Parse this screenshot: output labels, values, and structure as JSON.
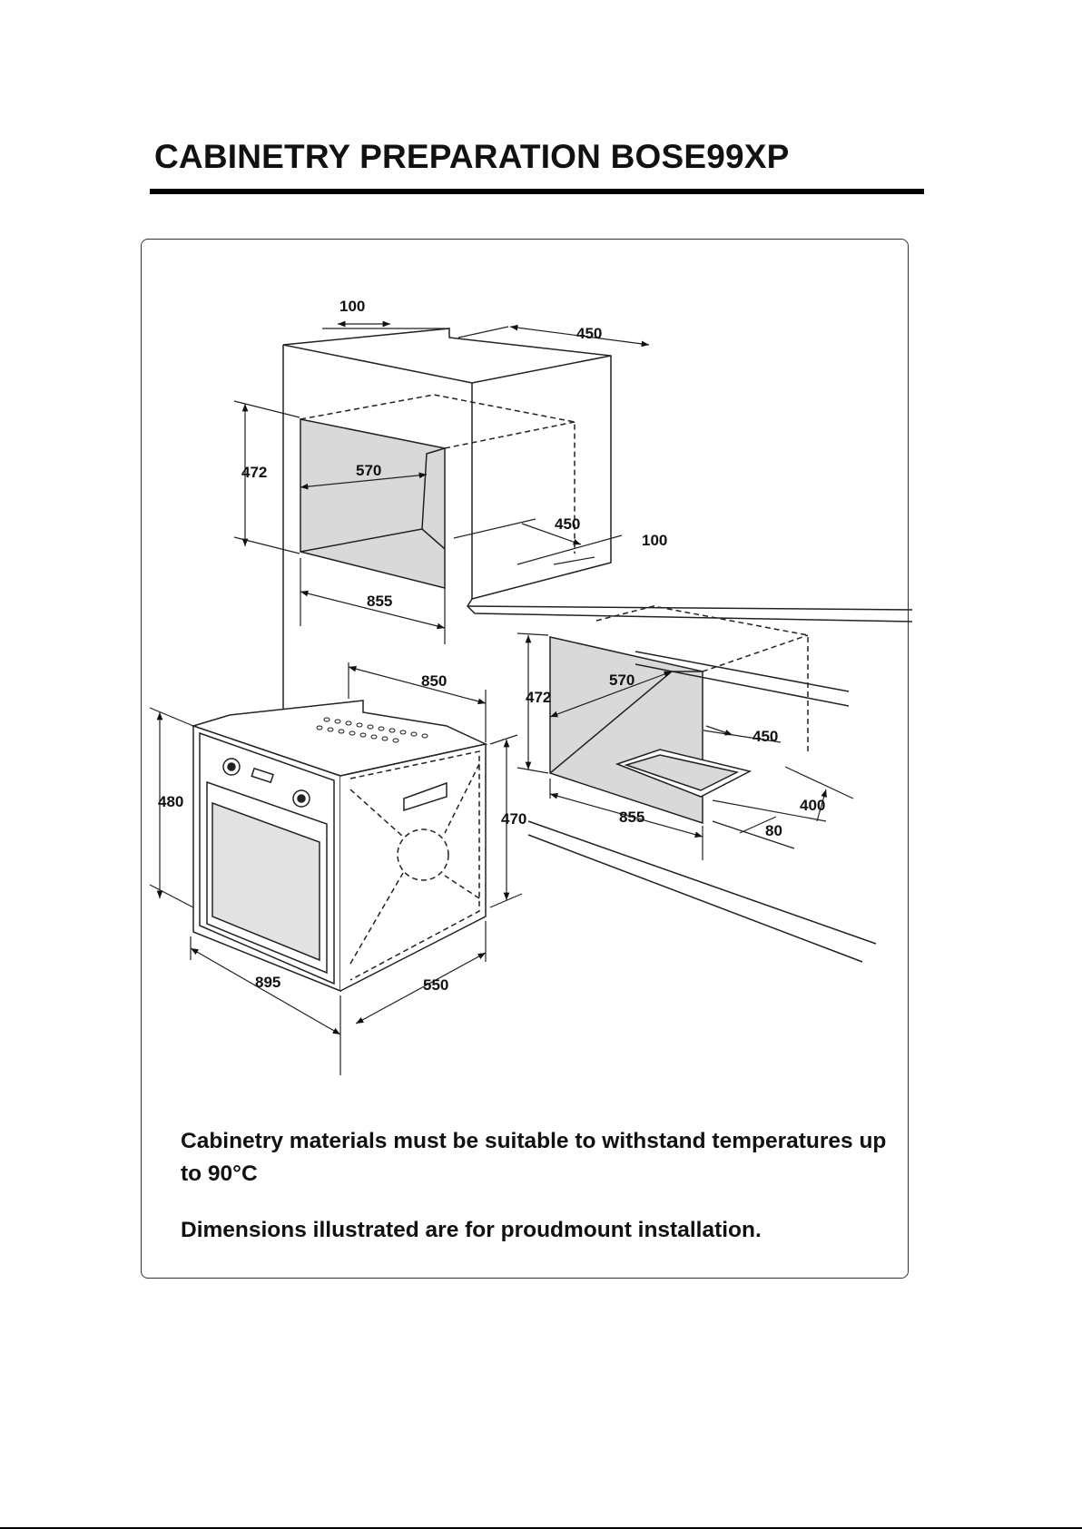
{
  "title": "CABINETRY PREPARATION BOSE99XP",
  "diagram": {
    "upper_cabinet": {
      "top_depth_front": "100",
      "top_depth": "450",
      "height": "472",
      "inner_width": "570",
      "inner_depth": "450",
      "side_depth": "100",
      "width": "855"
    },
    "lower_cabinet": {
      "height": "472",
      "inner_width": "570",
      "inner_depth": "450",
      "depth": "400",
      "gap": "80",
      "width": "855"
    },
    "oven": {
      "top_width": "850",
      "front_height": "480",
      "body_height": "470",
      "front_width": "895",
      "depth": "550"
    }
  },
  "notes": [
    "Cabinetry materials must be suitable to withstand temperatures up to 90°C",
    "Dimensions illustrated are for proudmount installation."
  ]
}
